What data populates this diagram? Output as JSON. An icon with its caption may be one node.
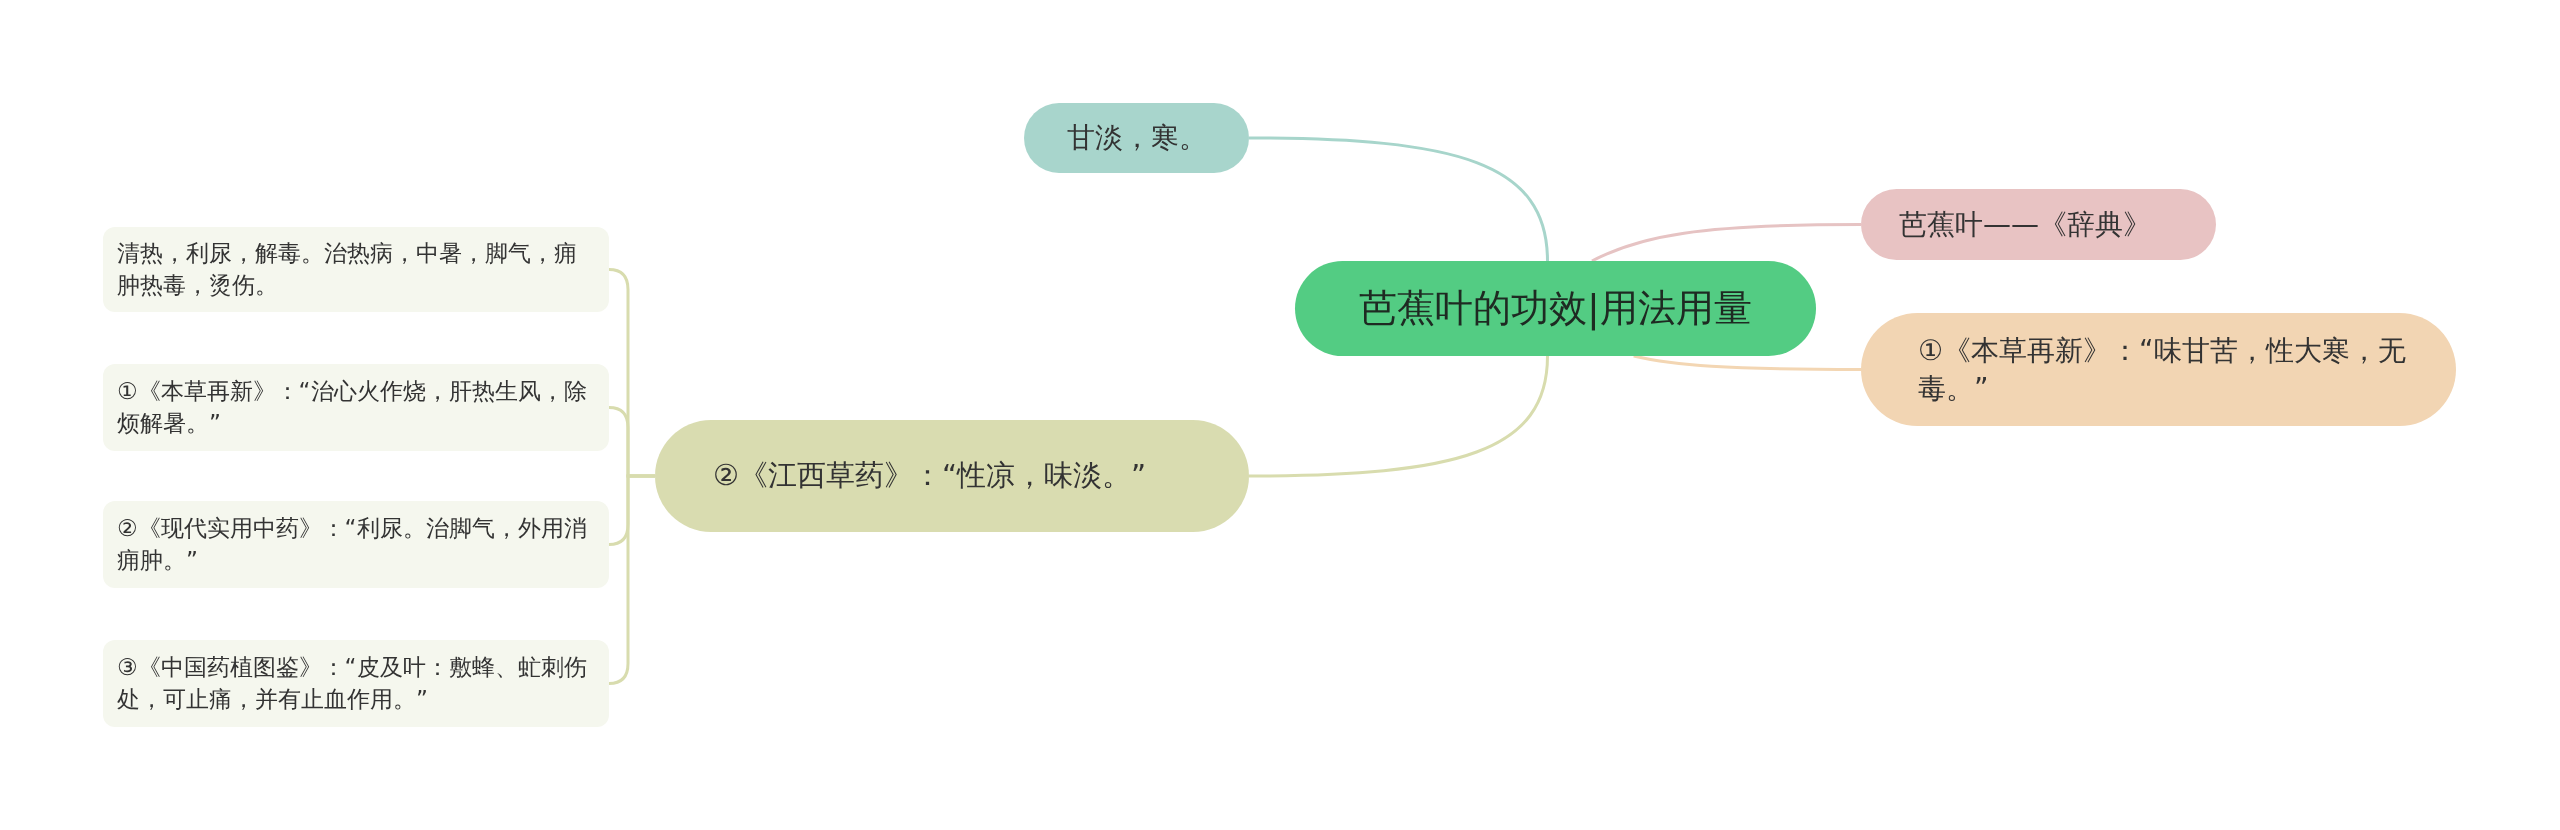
{
  "diagram": {
    "nodes": [
      {
        "text": [
          "芭蕉叶的功效|用法用量"
        ]
      },
      {
        "text": [
          "甘淡，寒。"
        ]
      },
      {
        "text": [
          "芭蕉叶——《辞典》"
        ]
      },
      {
        "text": [
          "①《本草再新》：“味甘苦，性大寒，无毒。”"
        ]
      },
      {
        "text": [
          "②《江西草药》：“性凉，味淡。”"
        ]
      },
      {
        "text": [
          "清热，利尿，解毒。治热病，中暑，脚气，痈肿热毒，烫伤。"
        ]
      },
      {
        "text": [
          "①《本草再新》：“治心火作烧，肝热生风，除烦解暑。”"
        ]
      },
      {
        "text": [
          "②《现代实用中药》：“利尿。治脚气，外用消痈肿。”"
        ]
      },
      {
        "text": [
          "③《中国药植图鉴》：“皮及叶：敷蜂、虻刺伤处，可止痛，并有止血作用。”"
        ]
      }
    ],
    "edges": [
      {
        "from": 0,
        "to": 1,
        "arrow": "none",
        "color": "#a7d5cb"
      },
      {
        "from": 0,
        "to": 2,
        "arrow": "none",
        "color": "#e6c3c3"
      },
      {
        "from": 0,
        "to": 3,
        "arrow": "none",
        "color": "#f3d6b3"
      },
      {
        "from": 0,
        "to": 4,
        "arrow": "none"
      },
      {
        "from": 4,
        "to": 5,
        "arrow": "none"
      },
      {
        "from": 4,
        "to": 6,
        "arrow": "none"
      },
      {
        "from": 4,
        "to": 7,
        "arrow": "none"
      },
      {
        "from": 4,
        "to": 8,
        "arrow": "none"
      }
    ]
  }
}
